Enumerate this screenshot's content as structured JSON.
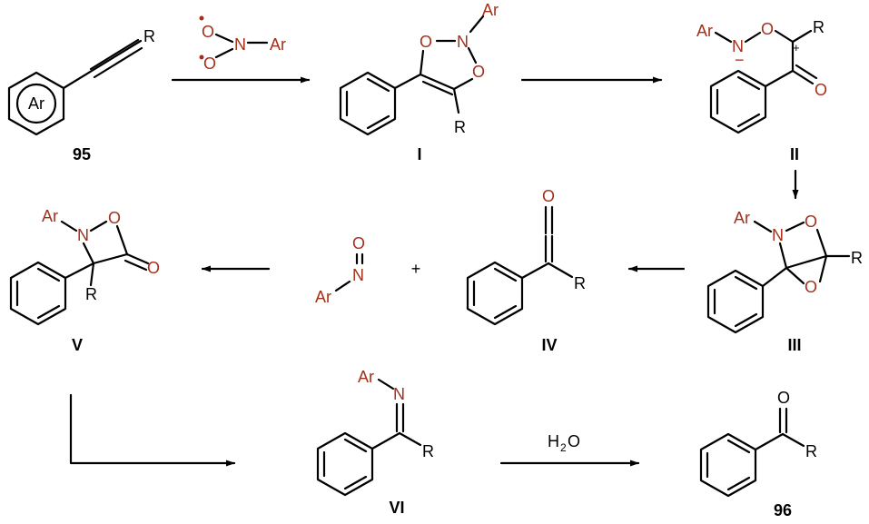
{
  "colors": {
    "bond": "#000000",
    "heteroatom": "#a4301b",
    "text": "#000000"
  },
  "compounds": {
    "c95": {
      "label": "95",
      "ring_label": "Ar",
      "substituent": "R"
    },
    "cI": {
      "label": "I",
      "ar": "Ar",
      "n": "N",
      "o1": "O",
      "o2": "O",
      "r": "R"
    },
    "cII": {
      "label": "II",
      "ar": "Ar",
      "n": "N",
      "minus": "−",
      "o": "O",
      "plus": "+",
      "r": "R",
      "carbonyl_o": "O"
    },
    "cIII": {
      "label": "III",
      "ar": "Ar",
      "n": "N",
      "o1": "O",
      "o2": "O",
      "r": "R"
    },
    "cIV": {
      "label": "IV",
      "o": "O",
      "r": "R"
    },
    "nitroso": {
      "ar": "Ar",
      "n": "N",
      "o": "O"
    },
    "plus": "+",
    "cV": {
      "label": "V",
      "ar": "Ar",
      "n": "N",
      "o": "O",
      "carbonyl_o": "O",
      "r": "R"
    },
    "cVI": {
      "label": "VI",
      "ar": "Ar",
      "n": "N",
      "r": "R"
    },
    "c96": {
      "label": "96",
      "o": "O",
      "r": "R"
    }
  },
  "reagents": {
    "step1": {
      "o1": "O",
      "n": "N",
      "ar": "Ar",
      "o2": "O"
    },
    "step_water": {
      "h": "H",
      "sub": "2",
      "o": "O"
    }
  }
}
